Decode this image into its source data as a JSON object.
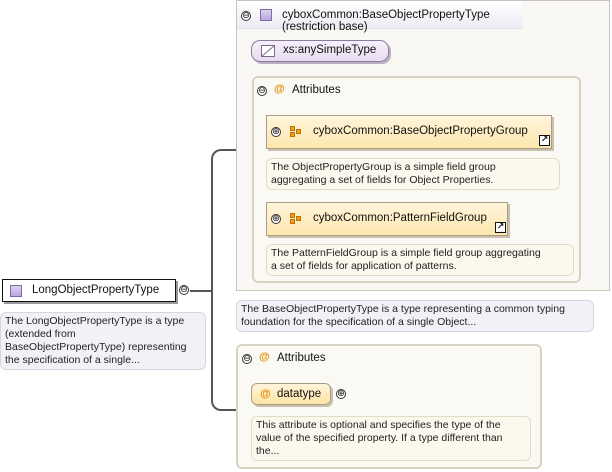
{
  "root": {
    "name": "LongObjectPropertyType",
    "doc": [
      "The LongObjectPropertyType is a type",
      "(extended from",
      "BaseObjectPropertyType) representing",
      "the specification of a single..."
    ]
  },
  "base_panel": {
    "title": "cyboxCommon:BaseObjectPropertyType (restriction base)",
    "simple_type": "xs:anySimpleType",
    "attributes_label": "Attributes",
    "groups": [
      {
        "name": "cyboxCommon:BaseObjectPropertyGroup",
        "doc": [
          "The ObjectPropertyGroup is a simple field group",
          "aggregating a set of fields for Object Properties."
        ]
      },
      {
        "name": "cyboxCommon:PatternFieldGroup",
        "doc": [
          "The PatternFieldGroup is a simple field group aggregating",
          "a set of fields for application of patterns."
        ]
      }
    ],
    "doc": [
      "The BaseObjectPropertyType is a type representing a common typing",
      "foundation for the specification of a single Object..."
    ]
  },
  "attributes_panel": {
    "label": "Attributes",
    "attribute": {
      "name": "datatype",
      "doc": [
        "This attribute is optional and specifies the type of the",
        "value of the specified property. If a type different than",
        "the..."
      ]
    }
  },
  "icons": {
    "collapse": "⊖",
    "expand": "⊕",
    "at": "@",
    "link": "↗"
  }
}
